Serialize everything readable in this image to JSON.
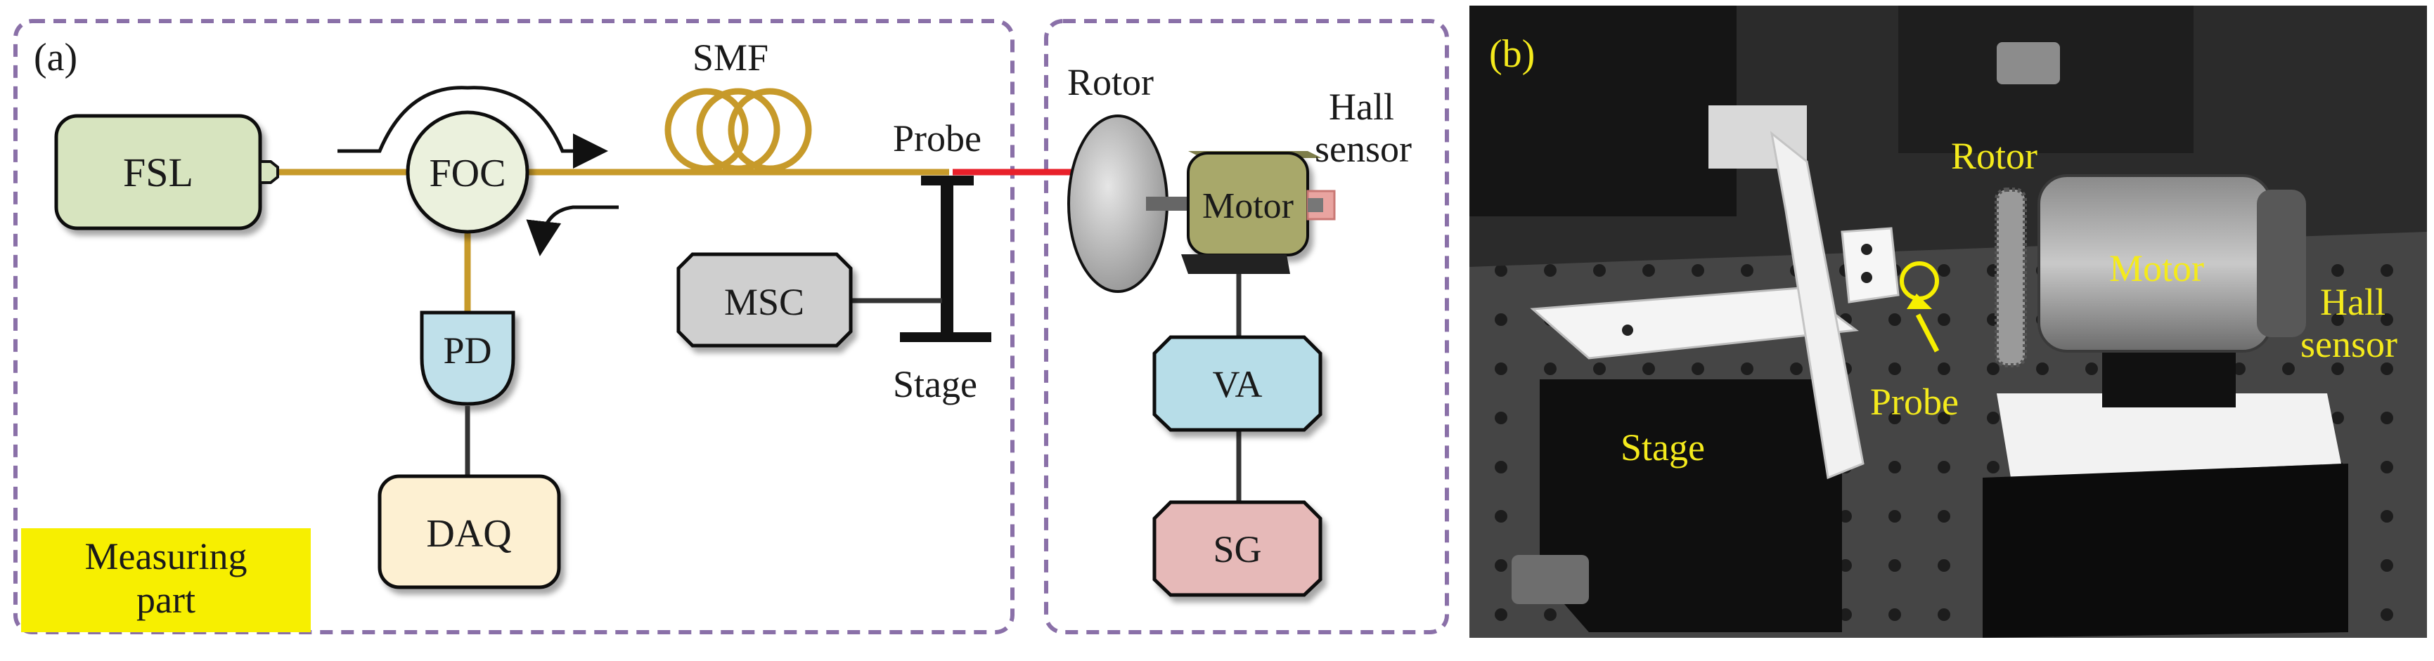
{
  "panel_a": {
    "tag": "(a)",
    "fsl": "FSL",
    "foc": "FOC",
    "smf": "SMF",
    "probe": "Probe",
    "msc": "MSC",
    "stage": "Stage",
    "pd": "PD",
    "daq": "DAQ",
    "measuring_line1": "Measuring",
    "measuring_line2": "part",
    "rotor": "Rotor",
    "motor": "Motor",
    "hall_line1": "Hall",
    "hall_line2": "sensor",
    "va": "VA",
    "sg": "SG"
  },
  "panel_b": {
    "tag": "(b)",
    "rotor": "Rotor",
    "motor": "Motor",
    "hall_line1": "Hall",
    "hall_line2": "sensor",
    "probe": "Probe",
    "stage": "Stage"
  },
  "colors": {
    "fsl": "#d7e4bf",
    "foc": "#ebf1dd",
    "pd": "#bfe0ea",
    "daq": "#fdf0d2",
    "msc": "#cfcfcf",
    "va": "#b7dde8",
    "sg": "#e6b9b8",
    "motor": "#a8a86a",
    "fiber": "#c79a2a",
    "laser": "#e8202a",
    "frame": "#8a70a8",
    "highlight": "#f7ef00"
  }
}
